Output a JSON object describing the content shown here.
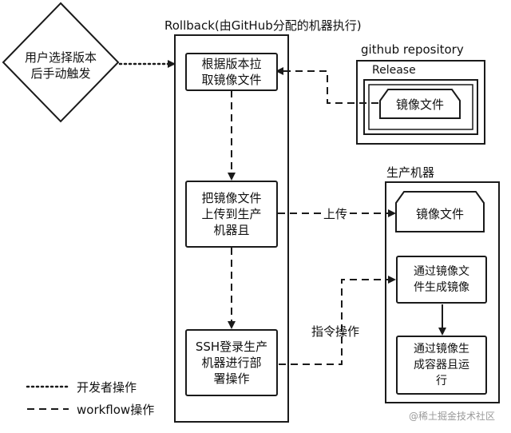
{
  "trigger": {
    "text_line1": "用户选择版本",
    "text_line2": "后手动触发"
  },
  "rollback": {
    "title": "Rollback(由GitHub分配的机器执行)",
    "step1_line1": "根据版本拉",
    "step1_line2": "取镜像文件",
    "step2_line1": "把镜像文件",
    "step2_line2": "上传到生产",
    "step2_line3": "机器且",
    "step3_line1": "SSH登录生产",
    "step3_line2": "机器进行部",
    "step3_line3": "署操作"
  },
  "github": {
    "title": "github repository",
    "release_label": "Release",
    "image_file": "镜像文件"
  },
  "production": {
    "title": "生产机器",
    "image_file": "镜像文件",
    "step1_line1": "通过镜像文",
    "step1_line2": "件生成镜像",
    "step2_line1": "通过镜像生",
    "step2_line2": "成容器且运",
    "step2_line3": "行"
  },
  "edges": {
    "upload_label": "上传",
    "command_label": "指令操作"
  },
  "legend": {
    "dotted_label": "开发者操作",
    "dashed_label": "workflow操作"
  },
  "watermark": "@稀土掘金技术社区",
  "colors": {
    "stroke": "#1a1a1a",
    "background": "#ffffff",
    "watermark": "#9a9a9a"
  }
}
